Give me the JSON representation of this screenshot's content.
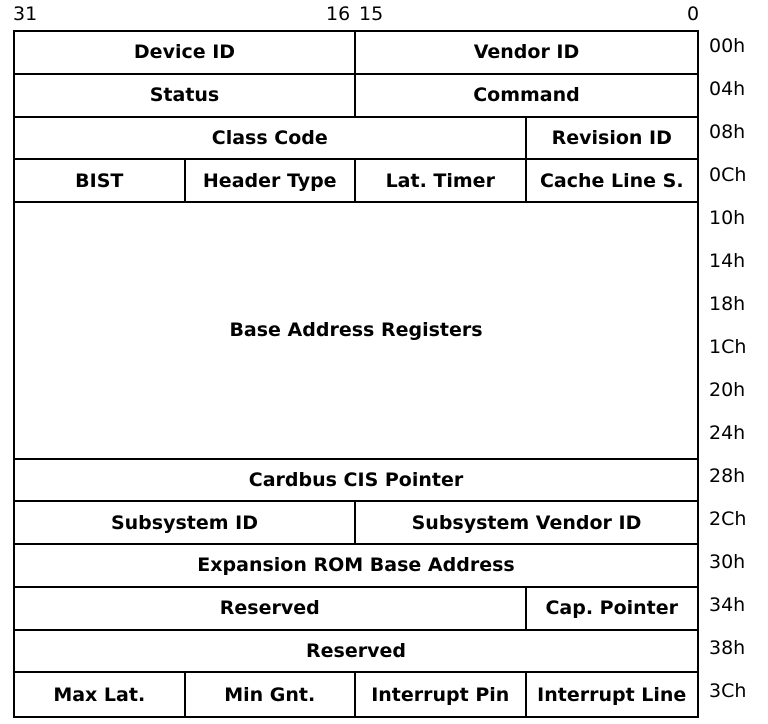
{
  "bits": {
    "b31": "31",
    "b16": "16",
    "b15": "15",
    "b0": "0"
  },
  "fields": {
    "device_id": "Device ID",
    "vendor_id": "Vendor ID",
    "status": "Status",
    "command": "Command",
    "class_code": "Class Code",
    "revision_id": "Revision ID",
    "bist": "BIST",
    "header_type": "Header Type",
    "lat_timer": "Lat. Timer",
    "cache_line": "Cache Line S.",
    "bar": "Base Address Registers",
    "cardbus": "Cardbus CIS Pointer",
    "subsystem_id": "Subsystem ID",
    "subsystem_vendor_id": "Subsystem Vendor ID",
    "expansion_rom": "Expansion ROM Base Address",
    "reserved1": "Reserved",
    "cap_pointer": "Cap. Pointer",
    "reserved2": "Reserved",
    "max_lat": "Max Lat.",
    "min_gnt": "Min Gnt.",
    "interrupt_pin": "Interrupt Pin",
    "interrupt_line": "Interrupt Line"
  },
  "offsets": [
    "00h",
    "04h",
    "08h",
    "0Ch",
    "10h",
    "14h",
    "18h",
    "1Ch",
    "20h",
    "24h",
    "28h",
    "2Ch",
    "30h",
    "34h",
    "38h",
    "3Ch"
  ]
}
